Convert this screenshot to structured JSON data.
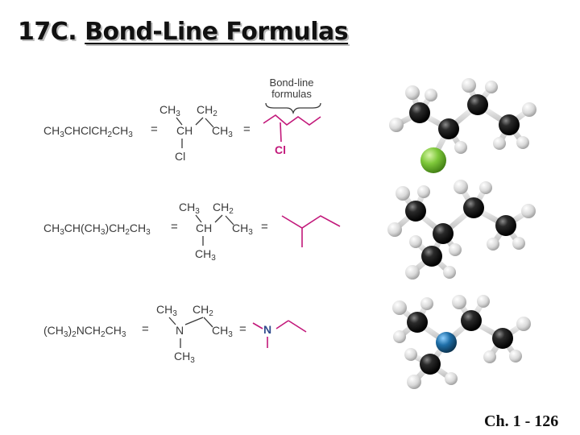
{
  "slide": {
    "title_prefix": "17C. ",
    "title_main": "Bond-Line Formulas",
    "footer": "Ch. 1 - 126",
    "bond_line_header_1": "Bond-line",
    "bond_line_header_2": "formulas"
  },
  "rows": [
    {
      "condensed": [
        "CH",
        "3",
        "CHClCH",
        "2",
        "CH",
        "3"
      ],
      "eq1": "=",
      "eq2": "=",
      "top_left": [
        "CH",
        "3"
      ],
      "top_right": [
        "CH",
        "2"
      ],
      "center": "CH",
      "right": [
        "CH",
        "3"
      ],
      "bottom": "Cl",
      "bond_line_label": "Cl"
    },
    {
      "condensed": [
        "CH",
        "3",
        "CH(CH",
        "3",
        ")CH",
        "2",
        "CH",
        "3"
      ],
      "eq1": "=",
      "eq2": "=",
      "top_left": [
        "CH",
        "3"
      ],
      "top_right": [
        "CH",
        "2"
      ],
      "center": "CH",
      "right": [
        "CH",
        "3"
      ],
      "bottom": [
        "CH",
        "3"
      ]
    },
    {
      "condensed": [
        "(CH",
        "3",
        ")",
        "2",
        "NCH",
        "2",
        "CH",
        "3"
      ],
      "eq1": "=",
      "eq2": "=",
      "top_left": [
        "CH",
        "3"
      ],
      "top_right": [
        "CH",
        "2"
      ],
      "center": "N",
      "right": [
        "CH",
        "3"
      ],
      "bottom": [
        "CH",
        "3"
      ],
      "bond_line_label": "N"
    }
  ],
  "colors": {
    "bond_line": "#c2187a",
    "nitrogen": "#2f4a8c",
    "chlorine_atom": "#7ec83a",
    "carbon_atom": "#1a1a1a",
    "hydrogen_atom": "#e6e6e6",
    "nitrogen_atom": "#1f6fa8"
  }
}
